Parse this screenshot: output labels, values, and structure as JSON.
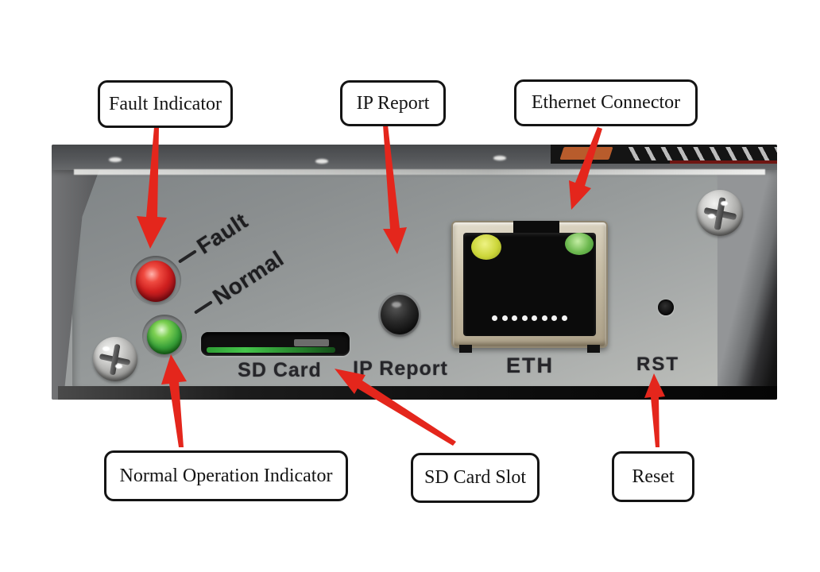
{
  "callouts": {
    "fault": {
      "label": "Fault Indicator"
    },
    "ip_report": {
      "label": "IP Report"
    },
    "ethernet": {
      "label": "Ethernet Connector"
    },
    "normal": {
      "label": "Normal Operation Indicator"
    },
    "sd_card": {
      "label": "SD Card Slot"
    },
    "reset": {
      "label": "Reset"
    }
  },
  "panel_labels": {
    "fault_led": "Fault",
    "normal_led": "Normal",
    "sd_card": "SD Card",
    "ip_report": "IP Report",
    "eth": "ETH",
    "rst": "RST"
  },
  "colors": {
    "arrow_red": "#e4261c",
    "fault_led_red": "#d0201f",
    "normal_led_green": "#3aa23a",
    "eth_led_yellow": "#ccd63a",
    "eth_led_green": "#6cb84e",
    "sd_slot_green": "#2f9e35",
    "sticker_orange": "#b85c2c",
    "panel_gray": "#979b9b"
  }
}
